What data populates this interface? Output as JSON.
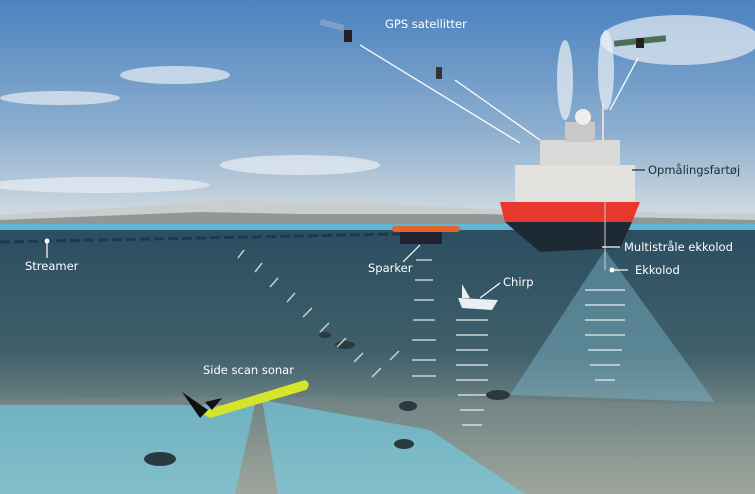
{
  "labels": {
    "gps": "GPS satellitter",
    "vessel": "Opmålingsfartøj",
    "multibeam": "Multistråle ekkolod",
    "echosounder": "Ekkolod",
    "chirp": "Chirp",
    "sparker": "Sparker",
    "streamer": "Streamer",
    "side_scan": "Side scan sonar"
  },
  "colors": {
    "sky_top": "#4f86c2",
    "sky_bottom": "#c9d7e2",
    "water": "#2f5364",
    "seabed": "#8a9a9c",
    "sonar_beam": "#7fd3e8",
    "hull": "#e8372c",
    "sonar_body": "#d8e829"
  }
}
